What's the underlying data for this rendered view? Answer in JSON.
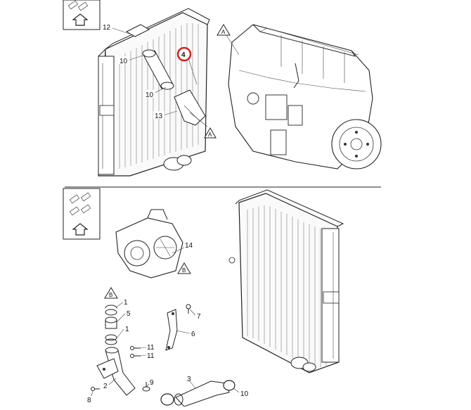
{
  "callouts": {
    "top": {
      "c12": "12",
      "c10a": "10",
      "c4": "4",
      "c10b": "10",
      "c13": "13",
      "secA1": "A",
      "secA2": "A"
    },
    "bottom": {
      "c14": "14",
      "secB1": "B",
      "secB2": "B",
      "c1a": "1",
      "c5": "5",
      "c1b": "1",
      "c7": "7",
      "c6": "6",
      "c11a": "11",
      "c11b": "11",
      "c2": "2",
      "c9": "9",
      "c8": "8",
      "c3": "3",
      "c10": "10"
    }
  },
  "colors": {
    "highlight": "#d32020",
    "line": "#222222",
    "background": "#ffffff"
  }
}
